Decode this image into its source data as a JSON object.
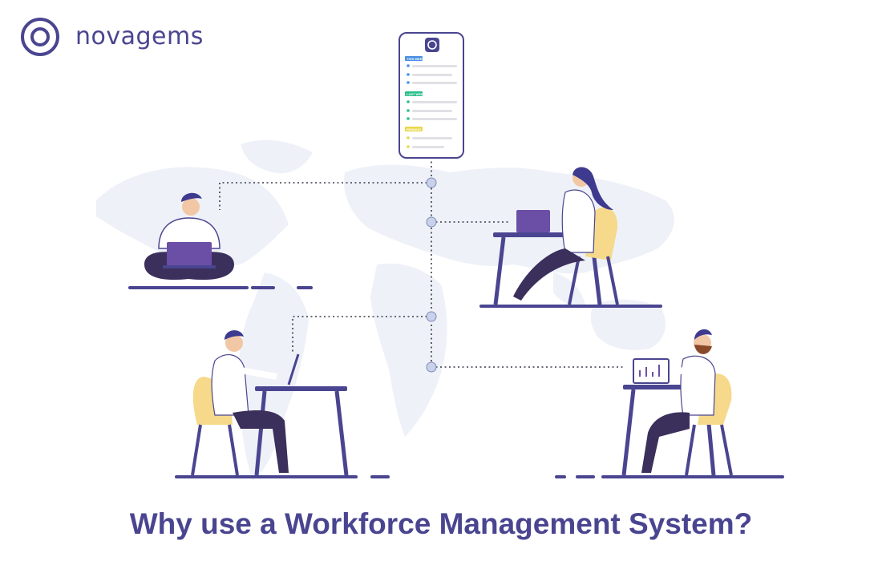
{
  "brand": {
    "name": "novagems"
  },
  "headline": "Why use a Workforce Management System?",
  "phone": {
    "sections": [
      {
        "label": "THIS WEEK",
        "color": "#4a90e2"
      },
      {
        "label": "LAST WEEK",
        "color": "#2bbf8a"
      },
      {
        "label": "PENDING",
        "color": "#e8d84a"
      }
    ]
  },
  "colors": {
    "brand_purple": "#4a4590",
    "accent_purple": "#6b4fa6",
    "map_tint": "#eef1f8",
    "chair_yellow": "#f6d98a",
    "connector_node": "#c9d2ea"
  }
}
